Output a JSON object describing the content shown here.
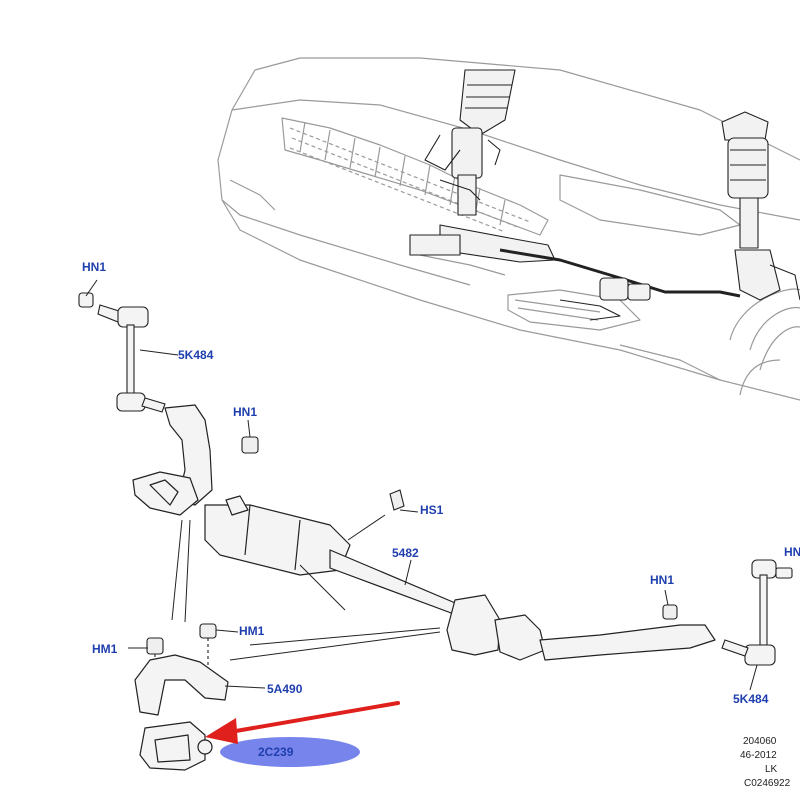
{
  "colors": {
    "callout_text": "#1f3fae",
    "arrow": "#e0201c",
    "highlight": "#5f6ee8",
    "line": "#222222",
    "vehicle_line": "#9a9a9a"
  },
  "callouts": {
    "hn1_top": "HN1",
    "link_left": "5K484",
    "hn1_mid": "HN1",
    "hs1": "HS1",
    "bar": "5482",
    "hn1_right": "HN1",
    "link_right_top": "HN",
    "hm1_left": "HM1",
    "hm1_right": "HM1",
    "bracket": "5A490",
    "link_right": "5K484",
    "bush": "2C239"
  },
  "reference": {
    "line1": "204060",
    "line2": "46-2012",
    "line3": "LK",
    "line4": "C0246922"
  },
  "icons": {
    "highlight_arrow": "red-arrow-icon",
    "highlight_marker": "ellipse-marker-icon"
  }
}
